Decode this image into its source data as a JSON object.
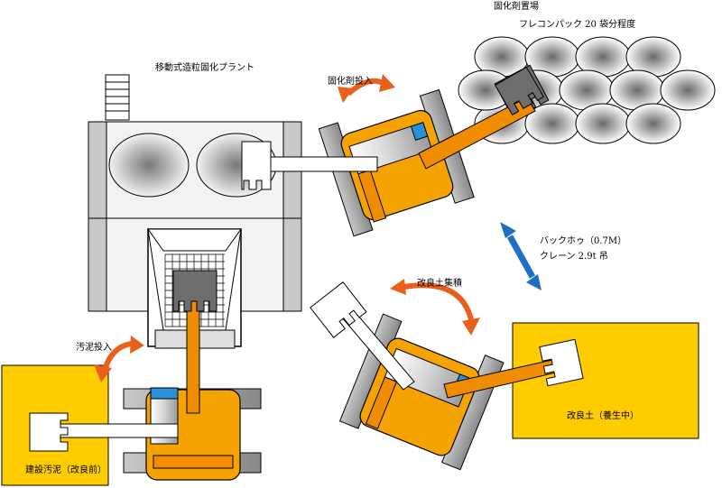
{
  "labels": {
    "plant": "移動式造粒固化プラント",
    "solidifier_yard": "固化剤置場",
    "flexible_bags": "フレコンパック 20 袋分程度",
    "solidifier_input": "固化剤投入",
    "sludge_input": "汚泥投入",
    "improved_soil_stack": "改良土集積",
    "backhoe": "バックホゥ（0.7M）",
    "crane": "クレーン 2.9t 吊",
    "sludge_before": "建設汚泥（改良前）",
    "improved_soil_curing": "改良土（養生中）"
  },
  "colors": {
    "machine_orange": "#f5a300",
    "arm_orange": "#f08c00",
    "yellow_area": "#ffcc00",
    "arrow_orange": "#e8601c",
    "arrow_blue": "#1f6fc4",
    "cab_blue": "#2a8fd8",
    "track_gray": "#9a9a9a"
  }
}
